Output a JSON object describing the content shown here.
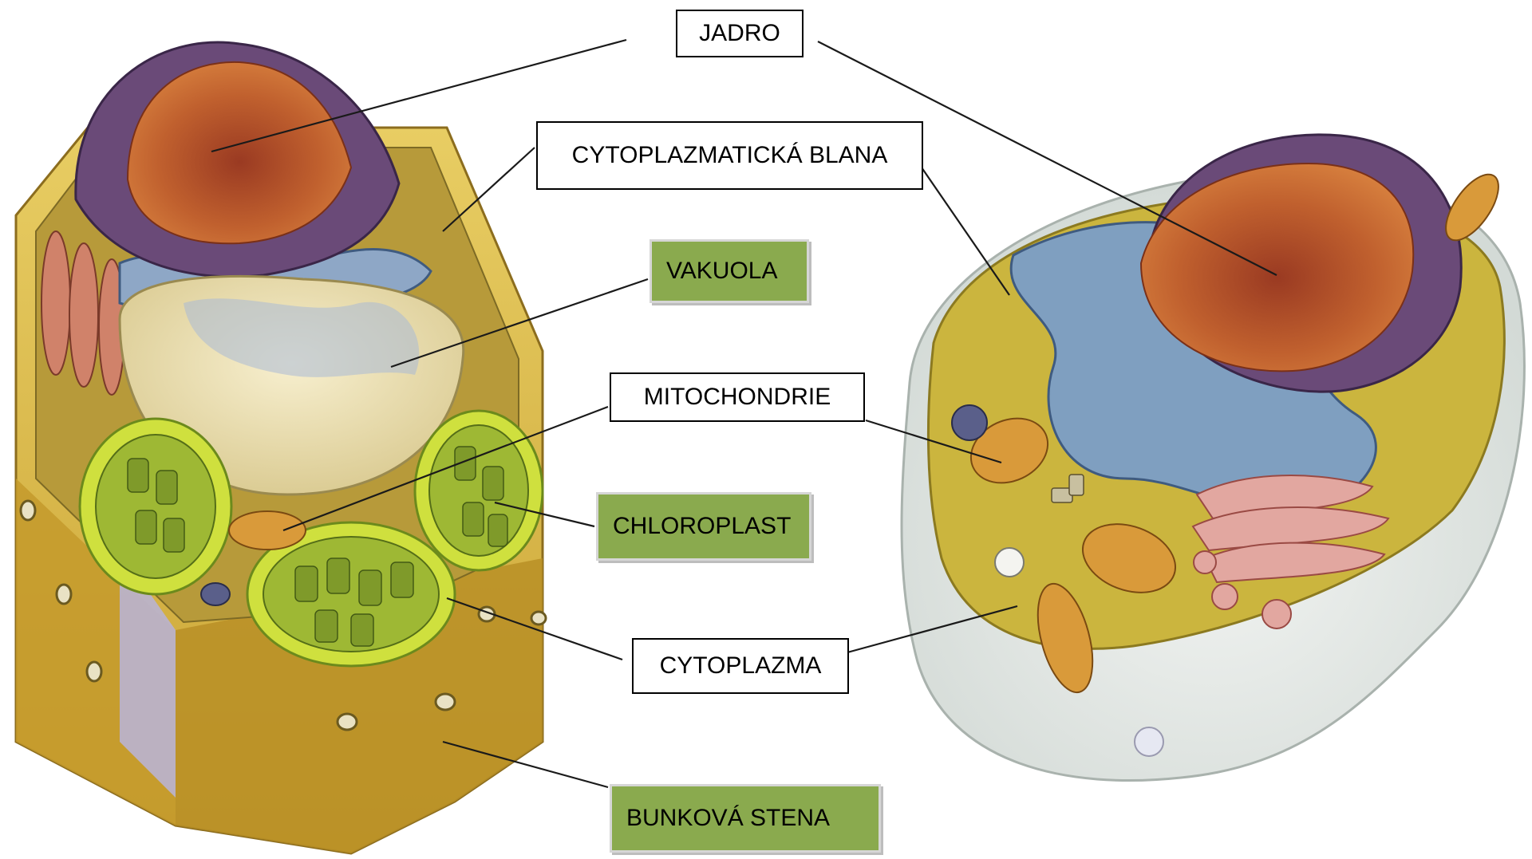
{
  "labels": {
    "jadro": "JADRO",
    "cytoplazmaticka_blana": "CYTOPLAZMATICKÁ BLANA",
    "vakuola": "VAKUOLA",
    "mitochondrie": "MITOCHONDRIE",
    "chloroplast": "CHLOROPLAST",
    "cytoplazma": "CYTOPLAZMA",
    "bunkova_stena": "BUNKOVÁ STENA"
  },
  "colors": {
    "label_green": "#8aaa4e",
    "label_white": "#ffffff",
    "leader_line": "#1a1a1a",
    "cell_wall": "#d8b43c",
    "nucleus": "#c8642d",
    "nuclear_envelope": "#6a4a78",
    "er_blue": "#7f9fc0",
    "vacuole": "#efe2b8",
    "chloroplast": "#c9dc3e",
    "mitochondria": "#d99a3a",
    "golgi": "#e2a7a0",
    "cytoplasm": "#c8b040"
  }
}
